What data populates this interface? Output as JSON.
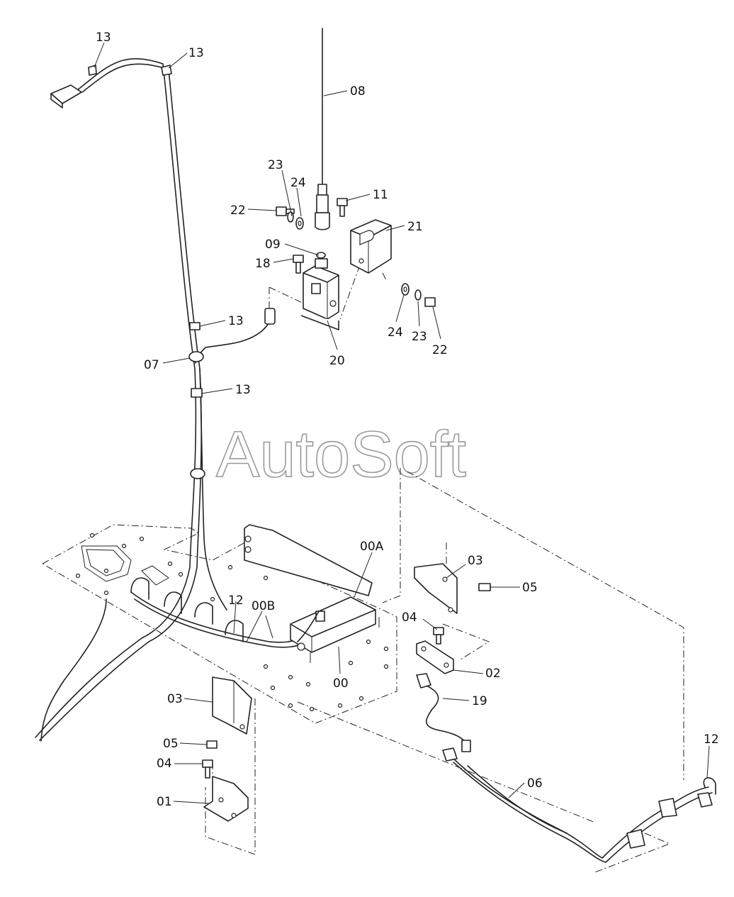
{
  "watermark": "AutoSoft",
  "labels": [
    {
      "id": "label-13-a",
      "text": "13"
    },
    {
      "id": "label-13-b",
      "text": "13"
    },
    {
      "id": "label-08",
      "text": "08"
    },
    {
      "id": "label-23-a",
      "text": "23"
    },
    {
      "id": "label-24-a",
      "text": "24"
    },
    {
      "id": "label-22-a",
      "text": "22"
    },
    {
      "id": "label-11",
      "text": "11"
    },
    {
      "id": "label-21",
      "text": "21"
    },
    {
      "id": "label-09",
      "text": "09"
    },
    {
      "id": "label-18",
      "text": "18"
    },
    {
      "id": "label-13-c",
      "text": "13"
    },
    {
      "id": "label-07",
      "text": "07"
    },
    {
      "id": "label-20",
      "text": "20"
    },
    {
      "id": "label-24-b",
      "text": "24"
    },
    {
      "id": "label-23-b",
      "text": "23"
    },
    {
      "id": "label-22-b",
      "text": "22"
    },
    {
      "id": "label-13-d",
      "text": "13"
    },
    {
      "id": "label-00a",
      "text": "00A"
    },
    {
      "id": "label-03-a",
      "text": "03"
    },
    {
      "id": "label-05-a",
      "text": "05"
    },
    {
      "id": "label-12-a",
      "text": "12"
    },
    {
      "id": "label-00b",
      "text": "00B"
    },
    {
      "id": "label-04-a",
      "text": "04"
    },
    {
      "id": "label-02",
      "text": "02"
    },
    {
      "id": "label-00",
      "text": "00"
    },
    {
      "id": "label-03-b",
      "text": "03"
    },
    {
      "id": "label-19",
      "text": "19"
    },
    {
      "id": "label-05-b",
      "text": "05"
    },
    {
      "id": "label-04-b",
      "text": "04"
    },
    {
      "id": "label-12-b",
      "text": "12"
    },
    {
      "id": "label-06",
      "text": "06"
    },
    {
      "id": "label-01",
      "text": "01"
    }
  ]
}
